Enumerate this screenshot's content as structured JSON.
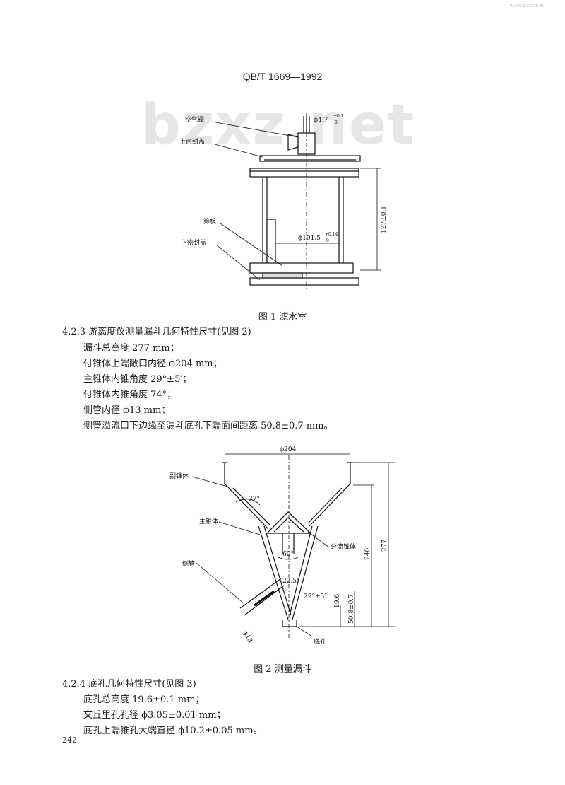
{
  "corner_mark": "www.bzxz.net",
  "header": {
    "code": "QB/T 1669—1992"
  },
  "watermark": "bzxz.net",
  "figure1": {
    "labels": {
      "air_valve": "空气阀",
      "upper_cover": "上密封盖",
      "sieve_plate": "筛板",
      "lower_cover": "下密封盖"
    },
    "dims": {
      "valve_dia": "ϕ4.7",
      "valve_tol_upper": "+0.1",
      "valve_tol_lower": "0",
      "inner_dia": "ϕ101.5",
      "inner_tol_upper": "+0.14",
      "inner_tol_lower": "0",
      "height": "127±0.1"
    },
    "caption": "图 1   滤水室"
  },
  "section_423": {
    "title": "4.2.3   游离度仪测量漏斗几何特性尺寸(见图 2)",
    "lines": [
      "漏斗总高度   277 mm；",
      "付锥体上端敞口内径   ϕ204 mm；",
      "主锥体内锥角度   29°±5′；",
      "付锥体内锥角度   74°；",
      "侧管内径   ϕ13 mm；",
      "侧管溢流口下边缘至漏斗底孔下端面间距离   50.8±0.7 mm。"
    ]
  },
  "figure2": {
    "labels": {
      "aux_cone": "副锥体",
      "main_cone": "主锥体",
      "side_tube": "侧管",
      "divider_cone": "分流锥体",
      "bottom_hole": "底孔"
    },
    "dims": {
      "top_dia": "ϕ204",
      "angle_37": "37°",
      "angle_60": "60°",
      "angle_225": "22.5°",
      "angle_29": "29°±5′",
      "h_196": "19.6",
      "h_508": "50.8±0.7",
      "h_240": "240",
      "h_277": "277",
      "tube_dia": "ϕ13"
    },
    "caption": "图 2   测量漏斗"
  },
  "section_424": {
    "title": "4.2.4   底孔几何特性尺寸(见图 3)",
    "lines": [
      "底孔总高度   19.6±0.1 mm；",
      "文丘里孔孔径   ϕ3.05±0.01 mm；",
      "底孔上端锥孔大端直径   ϕ10.2±0.05 mm。"
    ]
  },
  "page_number": "242"
}
